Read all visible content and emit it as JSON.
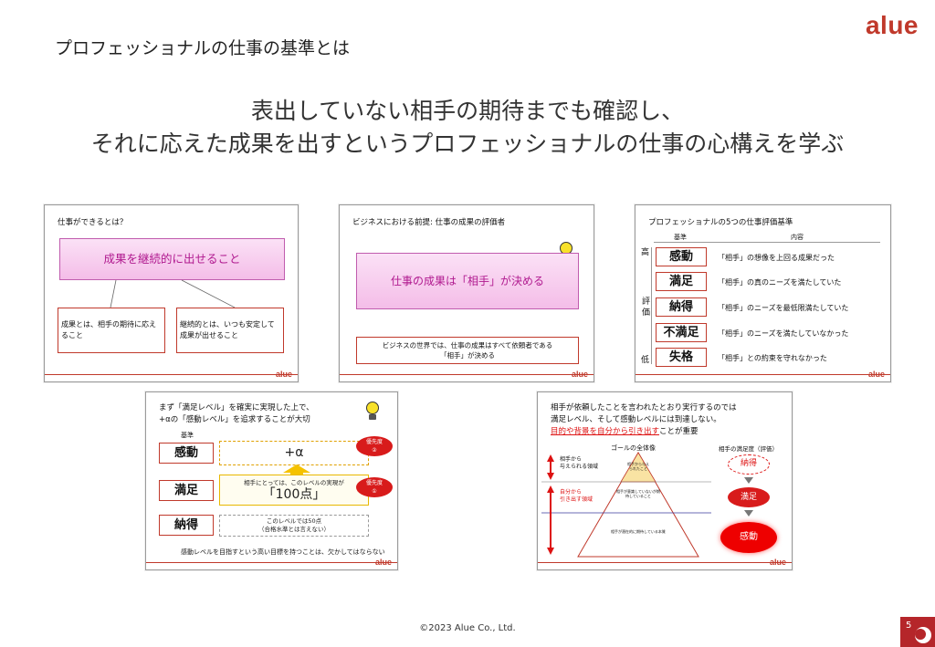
{
  "brand": {
    "logo_text": "alue",
    "accent": "#c0392b"
  },
  "header": {
    "title": "プロフェッショナルの仕事の基準とは"
  },
  "headline": {
    "line1": "表出していない相手の期待までも確認し、",
    "line2": "それに応えた成果を出すというプロフェッショナルの仕事の心構えを学ぶ"
  },
  "slides": {
    "s1": {
      "title": "仕事ができるとは？",
      "main": "成果を継続的に出せること",
      "box_left": "成果とは、相手の期待に応えること",
      "box_right": "継続的とは、いつも安定して成果が出せること"
    },
    "s2": {
      "title": "ビジネスにおける前提: 仕事の成果の評価者",
      "main": "仕事の成果は「相手」が決める",
      "sub_line1": "ビジネスの世界では、仕事の成果はすべて依頼者である",
      "sub_line2": "「相手」が決める"
    },
    "s3": {
      "title": "プロフェッショナルの5つの仕事評価基準",
      "col_criteria": "基準",
      "col_content": "内容",
      "high": "高",
      "eval": "評価",
      "low": "低",
      "rows": [
        {
          "label": "感動",
          "desc": "「相手」の想像を上回る成果だった"
        },
        {
          "label": "満足",
          "desc": "「相手」の真のニーズを満たしていた"
        },
        {
          "label": "納得",
          "desc": "「相手」のニーズを最低限満たしていた"
        },
        {
          "label": "不満足",
          "desc": "「相手」のニーズを満たしていなかった"
        },
        {
          "label": "失格",
          "desc": "「相手」との約束を守れなかった"
        }
      ]
    },
    "s4": {
      "intro1": "まず「満足レベル」を確実に実現した上で、",
      "intro2": "+αの「感動レベル」を追求することが大切",
      "criteria": "基準",
      "k1": "感動",
      "k2": "満足",
      "k3": "納得",
      "plus": "+α",
      "pri2_a": "優先度",
      "pri2_b": "②",
      "pri1_a": "優先度",
      "pri1_b": "①",
      "sat_note": "相手にとっては、このレベルの実現が",
      "sat_value": "「100点」",
      "acc_note1": "このレベルでは50点",
      "acc_note2": "（合格水準とは言えない）",
      "footer": "感動レベルを目指すという高い目標を持つことは、欠かしてはならない"
    },
    "s5": {
      "intro1": "相手が依頼したことを言われたとおり実行するのでは",
      "intro2": "満足レベル、そして感動レベルには到達しない。",
      "intro3_red": "目的や背景を自分から引き出す",
      "intro3_rest": "ことが重要",
      "goal": "ゴールの全体像",
      "given1": "相手から",
      "given2": "与えられる領域",
      "self1": "自分から",
      "self2": "引き出す領域",
      "tri_top": "相手から与えられたこと",
      "tri_mid": "相手が意識していないが期待していること",
      "tri_bot": "相手が潜在的に期待している本質",
      "sat_header": "相手の満足度（評価）",
      "r1": "納得",
      "r2": "満足",
      "r3": "感動"
    }
  },
  "footer": {
    "copyright": "©2023 Alue Co., Ltd.",
    "page": "5"
  }
}
